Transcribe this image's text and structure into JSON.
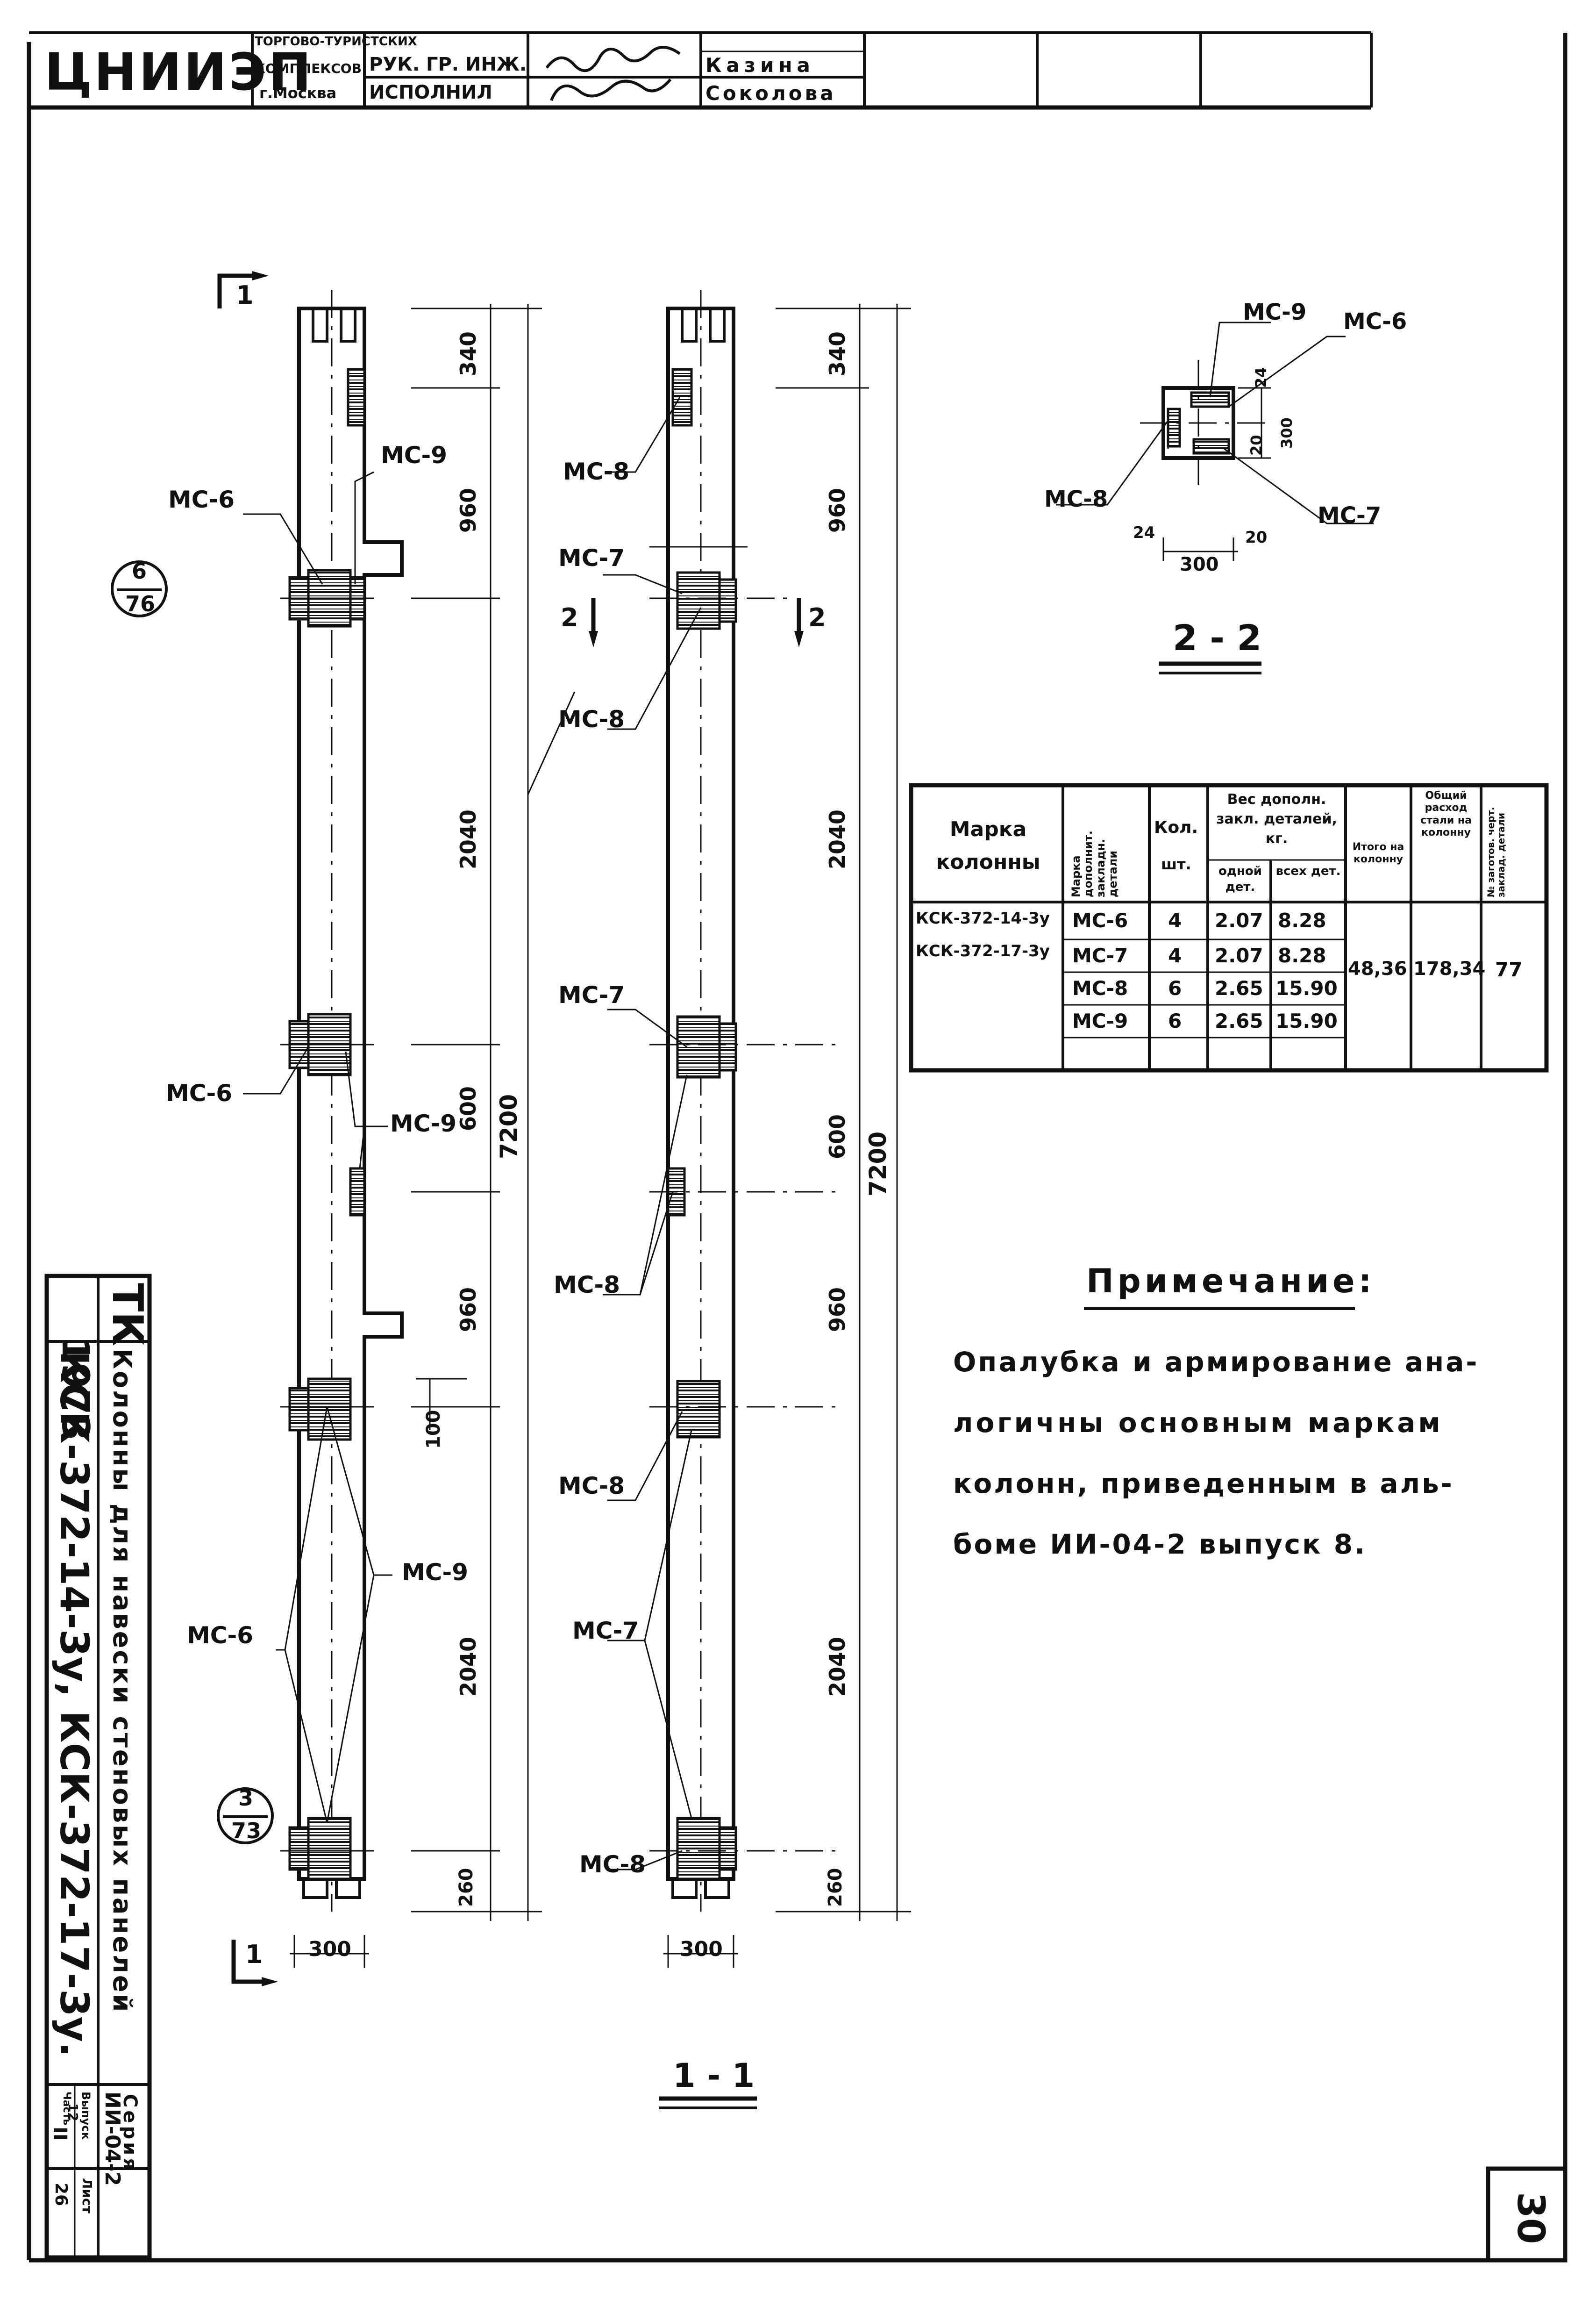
{
  "title_block": {
    "org_line1": "ЦНИИЭП",
    "org_line2": "ТОРГОВО-ТУРИСТСКИХ",
    "org_line3": "КОМПЛЕКСОВ",
    "org_line4": "г.Москва",
    "role1": "РУК. ГР. ИНЖ.",
    "role2": "ИСПОЛНИЛ",
    "name1": "Казина",
    "name2": "Соколова"
  },
  "side_stamp": {
    "year": "1973",
    "tk": "ТК",
    "title": "Колонны для навески стеновых панелей",
    "marks": "КСК-372-14-3у, КСК-372-17-3у.",
    "series_label": "Серия",
    "series": "ИИ-04-2",
    "issue_label": "Выпуск",
    "issue": "12",
    "part_label": "Часть",
    "part": "II",
    "sheet_label": "Лист",
    "sheet": "26"
  },
  "page_number": "30",
  "left_column": {
    "dims": [
      "340",
      "960",
      "2040",
      "600",
      "960",
      "100",
      "2040",
      "260"
    ],
    "total": "7200",
    "width": "300",
    "labels": [
      "МС-9",
      "МС-6",
      "МС-6",
      "МС-9",
      "МС-9",
      "МС-6"
    ],
    "ref_top": {
      "num": "6",
      "den": "76"
    },
    "ref_bottom": {
      "num": "3",
      "den": "73"
    },
    "section_mark_top": "1",
    "section_mark_bottom": "1"
  },
  "right_column": {
    "dims": [
      "340",
      "960",
      "2040",
      "600",
      "960",
      "2040",
      "260"
    ],
    "total": "7200",
    "width": "300",
    "labels": [
      "МС-8",
      "МС-7",
      "МС-8",
      "МС-7",
      "МС-8",
      "МС-8",
      "МС-7",
      "МС-8"
    ],
    "section_caption": "1 - 1",
    "cut_mark_left": "2",
    "cut_mark_right": "2"
  },
  "section_2_2": {
    "caption": "2 - 2",
    "labels": [
      "МС-9",
      "МС-6",
      "МС-8",
      "МС-7"
    ],
    "dims": [
      "24",
      "20",
      "300",
      "24",
      "300",
      "20"
    ]
  },
  "table": {
    "headers": {
      "col1": "Марка колонны",
      "col2": "Марка дополнит. закладн. детали",
      "col3a": "Кол.",
      "col3b": "шт.",
      "col4": "Вес дополн. закл. деталей, кг.",
      "col4a": "одной дет.",
      "col4b": "всех дет.",
      "col5": "Итого на колонну",
      "col6": "Общий расход стали на колонну",
      "col7": "№ заготов. черт. заклад. детали"
    },
    "marks": [
      "КСК-372-14-3у",
      "КСК-372-17-3у"
    ],
    "rows": [
      {
        "part": "МС-6",
        "qty": "4",
        "one": "2.07",
        "all": "8.28"
      },
      {
        "part": "МС-7",
        "qty": "4",
        "one": "2.07",
        "all": "8.28"
      },
      {
        "part": "МС-8",
        "qty": "6",
        "one": "2.65",
        "all": "15.90"
      },
      {
        "part": "МС-9",
        "qty": "6",
        "one": "2.65",
        "all": "15.90"
      }
    ],
    "total_per_column": "48,36",
    "steel_total": "178,34",
    "drawing_no": "77"
  },
  "note": {
    "title": "Примечание:",
    "line1": "Опалубка и армирование ана-",
    "line2": "логичны основным маркам",
    "line3": "колонн, приведенным в аль-",
    "line4": "боме ИИ-04-2 выпуск 8."
  }
}
